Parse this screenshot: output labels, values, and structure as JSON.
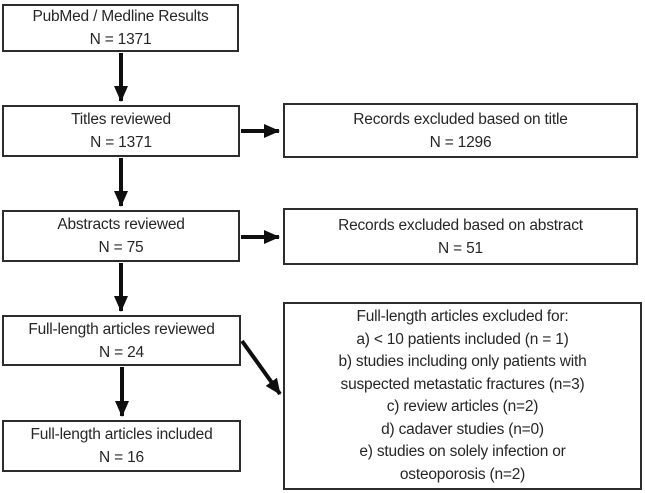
{
  "colors": {
    "background": "#ffffff",
    "box_border": "#2d2d2d",
    "text": "#262626",
    "arrow": "#0f0f0f"
  },
  "boxes": {
    "pubmed_results": {
      "line1": "PubMed / Medline Results",
      "line2": "N = 1371"
    },
    "titles_reviewed": {
      "line1": "Titles reviewed",
      "line2": "N = 1371"
    },
    "excluded_title": {
      "line1": "Records excluded based on title",
      "line2": "N = 1296"
    },
    "abstracts_reviewed": {
      "line1": "Abstracts reviewed",
      "line2": "N = 75"
    },
    "excluded_abstract": {
      "line1": "Records excluded based on abstract",
      "line2": "N = 51"
    },
    "fulltext_reviewed": {
      "line1": "Full-length articles reviewed",
      "line2": "N = 24"
    },
    "fulltext_excluded": {
      "lines": [
        "Full-length articles excluded for:",
        "a) < 10 patients included (n = 1)",
        "b) studies including only patients with",
        "suspected metastatic fractures (n=3)",
        "c) review articles (n=2)",
        "d) cadaver studies (n=0)",
        "e) studies on solely infection or",
        "osteoporosis (n=2)"
      ]
    },
    "fulltext_included": {
      "line1": "Full-length articles included",
      "line2": "N = 16"
    }
  }
}
